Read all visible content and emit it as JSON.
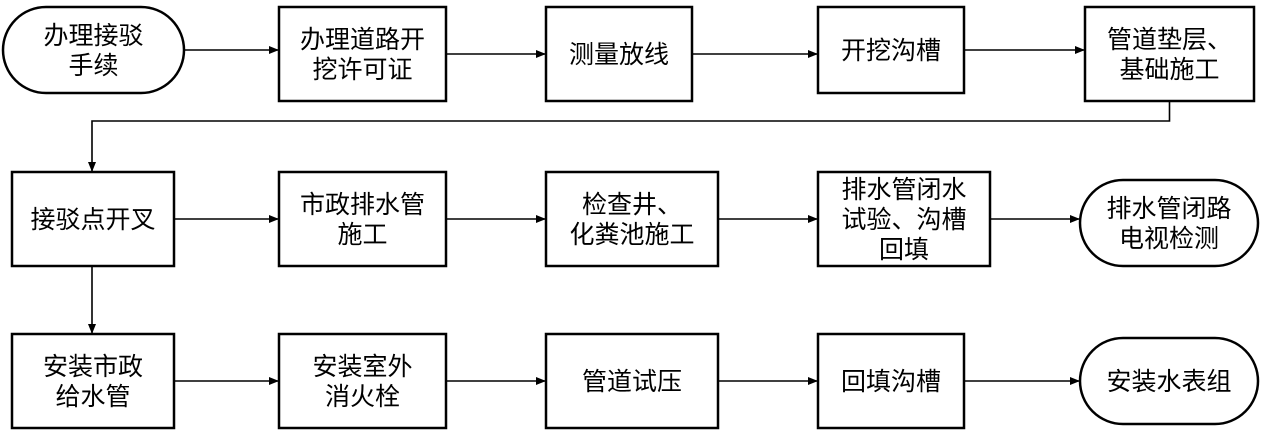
{
  "nodes": [
    {
      "id": "n1",
      "shape": "terminal",
      "lines": [
        "办理接驳",
        "手续"
      ]
    },
    {
      "id": "n2",
      "shape": "process",
      "lines": [
        "办理道路开",
        "挖许可证"
      ]
    },
    {
      "id": "n3",
      "shape": "process",
      "lines": [
        "测量放线"
      ]
    },
    {
      "id": "n4",
      "shape": "process",
      "lines": [
        "开挖沟槽"
      ]
    },
    {
      "id": "n5",
      "shape": "process",
      "lines": [
        "管道垫层、",
        "基础施工"
      ]
    },
    {
      "id": "n6",
      "shape": "process",
      "lines": [
        "接驳点开叉"
      ]
    },
    {
      "id": "n7",
      "shape": "process",
      "lines": [
        "市政排水管",
        "施工"
      ]
    },
    {
      "id": "n8",
      "shape": "process",
      "lines": [
        "检查井、",
        "化粪池施工"
      ]
    },
    {
      "id": "n9",
      "shape": "process",
      "lines": [
        "排水管闭水",
        "试验、沟槽",
        "回填"
      ]
    },
    {
      "id": "n10",
      "shape": "terminal",
      "lines": [
        "排水管闭路",
        "电视检测"
      ]
    },
    {
      "id": "n11",
      "shape": "process",
      "lines": [
        "安装市政",
        "给水管"
      ]
    },
    {
      "id": "n12",
      "shape": "process",
      "lines": [
        "安装室外",
        "消火栓"
      ]
    },
    {
      "id": "n13",
      "shape": "process",
      "lines": [
        "管道试压"
      ]
    },
    {
      "id": "n14",
      "shape": "process",
      "lines": [
        "回填沟槽"
      ]
    },
    {
      "id": "n15",
      "shape": "terminal",
      "lines": [
        "安装水表组"
      ]
    }
  ],
  "edges": [
    {
      "from": "n1",
      "to": "n2"
    },
    {
      "from": "n2",
      "to": "n3"
    },
    {
      "from": "n3",
      "to": "n4"
    },
    {
      "from": "n4",
      "to": "n5"
    },
    {
      "from": "n5",
      "to": "n6"
    },
    {
      "from": "n6",
      "to": "n7"
    },
    {
      "from": "n7",
      "to": "n8"
    },
    {
      "from": "n8",
      "to": "n9"
    },
    {
      "from": "n9",
      "to": "n10"
    },
    {
      "from": "n6",
      "to": "n11"
    },
    {
      "from": "n11",
      "to": "n12"
    },
    {
      "from": "n12",
      "to": "n13"
    },
    {
      "from": "n13",
      "to": "n14"
    },
    {
      "from": "n14",
      "to": "n15"
    }
  ],
  "colors": {
    "line": "#000000",
    "fill": "#ffffff",
    "text": "#000000"
  }
}
